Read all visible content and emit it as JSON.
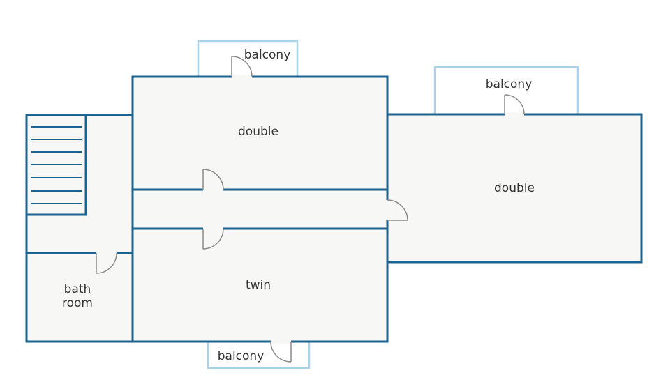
{
  "plan": {
    "rooms": {
      "double_top": "double",
      "double_right": "double",
      "twin": "twin",
      "bathroom_line1": "bath",
      "bathroom_line2": "room"
    },
    "balconies": {
      "top": "balcony",
      "right": "balcony",
      "bottom": "balcony"
    },
    "colors": {
      "wall": "#1b6491",
      "balcony_outline": "#a9d3ec",
      "floor": "#f7f7f6",
      "door": "#8a8a8a",
      "text": "#333333"
    }
  }
}
